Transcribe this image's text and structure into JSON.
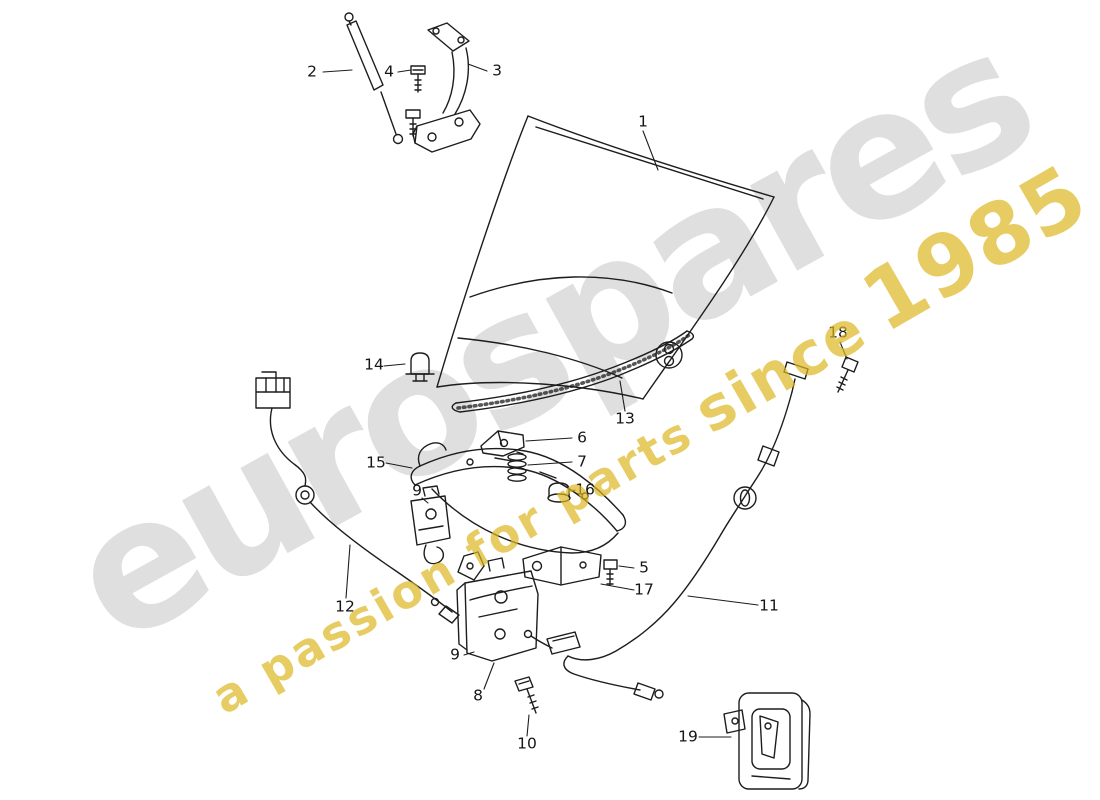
{
  "watermark": {
    "brand": "eurospares",
    "tagline_prefix": "a passion for parts",
    "tagline_since": "since",
    "tagline_year": "1985"
  },
  "diagram": {
    "description": "Exploded parts diagram: hood / cover with gas strut, hinge, seal, lock mechanism and release cables",
    "callouts": [
      {
        "label": "2"
      },
      {
        "label": "4"
      },
      {
        "label": "3"
      },
      {
        "label": "1"
      },
      {
        "label": "18"
      },
      {
        "label": "14"
      },
      {
        "label": "13"
      },
      {
        "label": "6"
      },
      {
        "label": "7"
      },
      {
        "label": "15"
      },
      {
        "label": "16"
      },
      {
        "label": "9"
      },
      {
        "label": "5"
      },
      {
        "label": "17"
      },
      {
        "label": "12"
      },
      {
        "label": "11"
      },
      {
        "label": "9"
      },
      {
        "label": "8"
      },
      {
        "label": "10"
      },
      {
        "label": "19"
      }
    ]
  },
  "colors": {
    "background": "#ffffff",
    "line": "#1d1d1d",
    "watermark_gray": "#969696",
    "watermark_yellow": "#dbb620"
  }
}
